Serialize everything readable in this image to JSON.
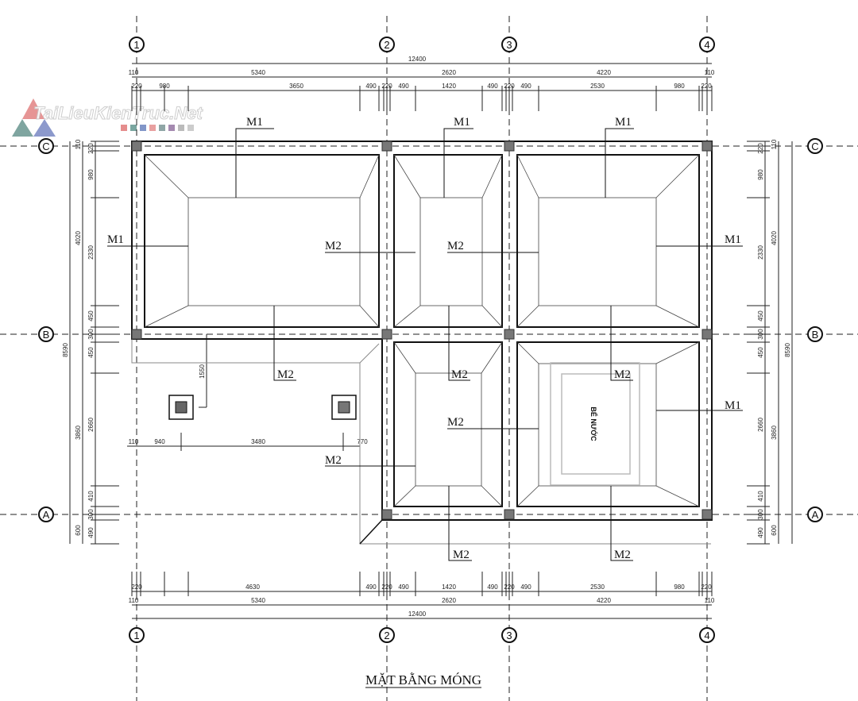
{
  "title": "MẶT BẰNG MÓNG",
  "watermark": "TaiLieuKienTruc.Net",
  "tank_label": "BỂ NƯỚC",
  "axes": {
    "cols": [
      "1",
      "2",
      "3",
      "4"
    ],
    "rows": [
      "C",
      "B",
      "A"
    ]
  },
  "dims_top": {
    "overall": "12400",
    "spans": [
      "110",
      "5340",
      "2620",
      "4220",
      "110"
    ],
    "details": [
      "220",
      "980",
      "3650",
      "490",
      "220",
      "490",
      "1420",
      "490",
      "220",
      "490",
      "2530",
      "980",
      "220"
    ]
  },
  "dims_bottom": {
    "details": [
      "220",
      "4630",
      "490",
      "220",
      "490",
      "1420",
      "490",
      "220",
      "490",
      "2530",
      "980",
      "220"
    ],
    "spans": [
      "110",
      "5340",
      "2620",
      "4220",
      "110"
    ],
    "overall": "12400"
  },
  "dims_left": {
    "overall": "8590",
    "spans": [
      "110",
      "4020",
      "3860",
      "600"
    ],
    "details": [
      "220",
      "980",
      "2330",
      "450",
      "300",
      "450",
      "2660",
      "410",
      "300",
      "490"
    ]
  },
  "dims_right": {
    "overall": "8590",
    "spans": [
      "110",
      "4020",
      "3860",
      "600"
    ],
    "details": [
      "220",
      "980",
      "2330",
      "450",
      "300",
      "450",
      "2660",
      "410",
      "300",
      "490"
    ]
  },
  "dims_interior": [
    "1550",
    "110",
    "940",
    "3480",
    "770"
  ],
  "footing_labels": [
    "M1",
    "M1",
    "M1",
    "M1",
    "M1",
    "M2",
    "M2",
    "M2",
    "M2",
    "M2",
    "M1",
    "M2",
    "M2",
    "M2",
    "M2"
  ]
}
